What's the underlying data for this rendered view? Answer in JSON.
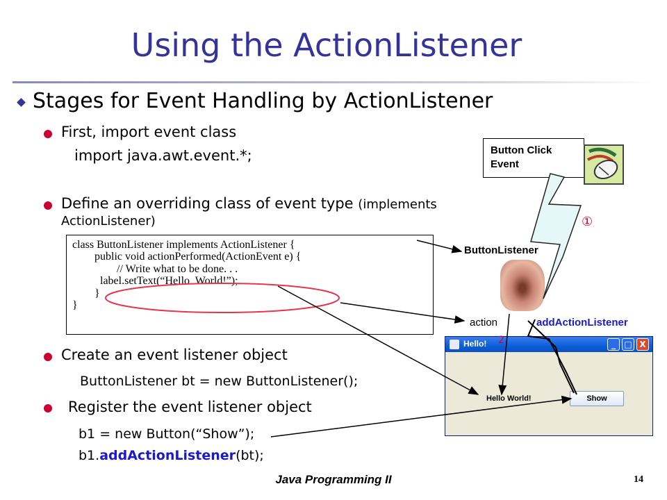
{
  "title": "Using the ActionListener",
  "heading": "Stages for Event Handling by ActionListener",
  "steps": [
    {
      "label": "First, import event class",
      "detail": "import  java.awt.event.*;"
    },
    {
      "label": "Define an overriding class of event type",
      "label_suffix": "(implements",
      "label_line2": "ActionListener)"
    },
    {
      "label": "Create an event listener object",
      "detail": "ButtonListener bt = new ButtonListener();"
    },
    {
      "label": "Register the event listener object",
      "detail1": "b1 = new Button(“Show”);",
      "detail2_prefix": "b1.",
      "detail2_method": "addActionListener",
      "detail2_suffix": "(bt);"
    }
  ],
  "code_lines": [
    "class ButtonListener implements ActionListener {",
    "        public void actionPerformed(ActionEvent e) {",
    "                // Write what to be done. . .",
    "          label.setText(“Hello  World!”);",
    "        }",
    "}"
  ],
  "diagram": {
    "event_box": [
      "Button Click",
      "Event"
    ],
    "mouse_icon": "mouse-icon",
    "step1_marker": "①",
    "step2_marker": "2",
    "listener_label": "ButtonListener",
    "action_label": "action",
    "add_listener_label": "addActionListener",
    "ear_icon": "ear-icon"
  },
  "app_window": {
    "title": "Hello!",
    "label": "Hello World!",
    "button": "Show",
    "controls": [
      "_",
      "□",
      "X"
    ]
  },
  "footer": "Java Programming II",
  "page_number": "14",
  "colors": {
    "title": "#333399",
    "bullet": "#cc0033",
    "accent": "#1a1acc",
    "highlight": "#e8344c",
    "marker": "#cc0033"
  }
}
